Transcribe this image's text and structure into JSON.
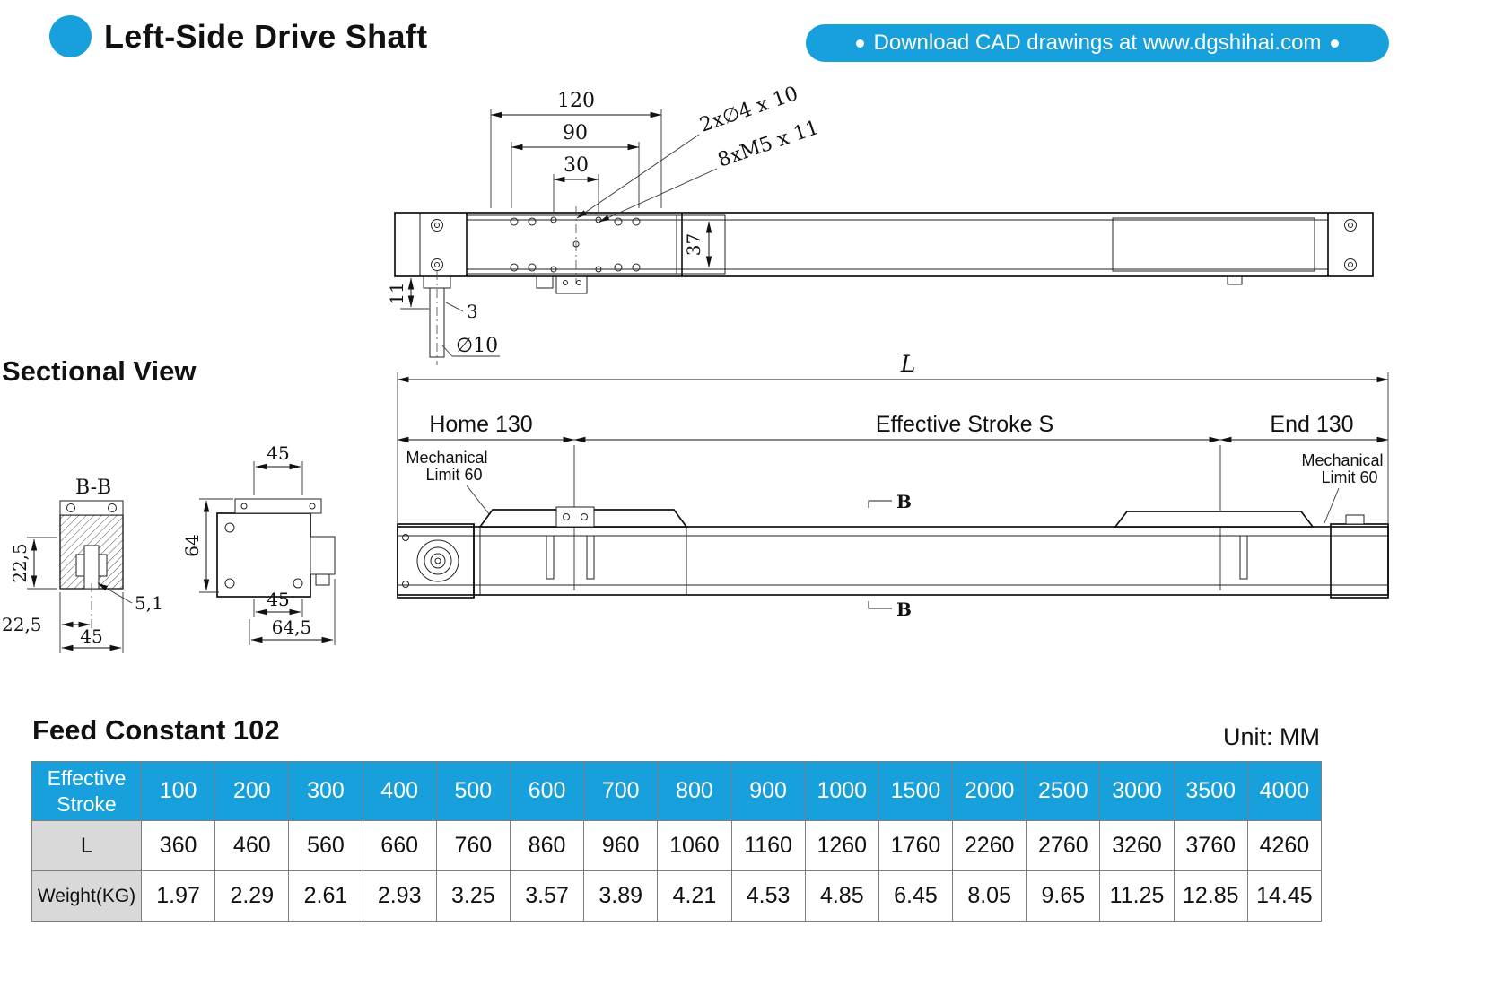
{
  "header": {
    "title": "Left-Side Drive Shaft",
    "cad_banner_text": "Download CAD drawings at www.dgshihai.com",
    "accent_color": "#18a0dc"
  },
  "labels": {
    "sectional_view": "Sectional View",
    "feed_constant": "Feed Constant 102",
    "unit": "Unit: MM"
  },
  "top_view": {
    "dim_120": "120",
    "dim_90": "90",
    "dim_30": "30",
    "callout_holes": "2x∅4 x 10",
    "callout_threads": "8xM5 x 11",
    "dim_37": "37",
    "dim_11": "11",
    "dim_3": "3",
    "dim_dia10": "∅10"
  },
  "side_view": {
    "dim_length": "L",
    "dim_home": "Home 130",
    "dim_stroke": "Effective Stroke S",
    "dim_end": "End 130",
    "mech_limit_line1": "Mechanical",
    "mech_limit_line2": "Limit 60",
    "section_mark": "B"
  },
  "section_view": {
    "title": "B-B",
    "dim_45_top": "45",
    "dim_64": "64",
    "dim_22_5_vert": "22,5",
    "dim_22_5_horiz": "22,5",
    "dim_5_1": "5,1",
    "dim_45_a": "45",
    "dim_45_b": "45",
    "dim_64_5": "64,5"
  },
  "table": {
    "header_label": "Effective Stroke",
    "columns": [
      "100",
      "200",
      "300",
      "400",
      "500",
      "600",
      "700",
      "800",
      "900",
      "1000",
      "1500",
      "2000",
      "2500",
      "3000",
      "3500",
      "4000"
    ],
    "rows": [
      {
        "label": "L",
        "values": [
          "360",
          "460",
          "560",
          "660",
          "760",
          "860",
          "960",
          "1060",
          "1160",
          "1260",
          "1760",
          "2260",
          "2760",
          "3260",
          "3760",
          "4260"
        ]
      },
      {
        "label": "Weight(KG)",
        "values": [
          "1.97",
          "2.29",
          "2.61",
          "2.93",
          "3.25",
          "3.57",
          "3.89",
          "4.21",
          "4.53",
          "4.85",
          "6.45",
          "8.05",
          "9.65",
          "11.25",
          "12.85",
          "14.45"
        ]
      }
    ]
  }
}
